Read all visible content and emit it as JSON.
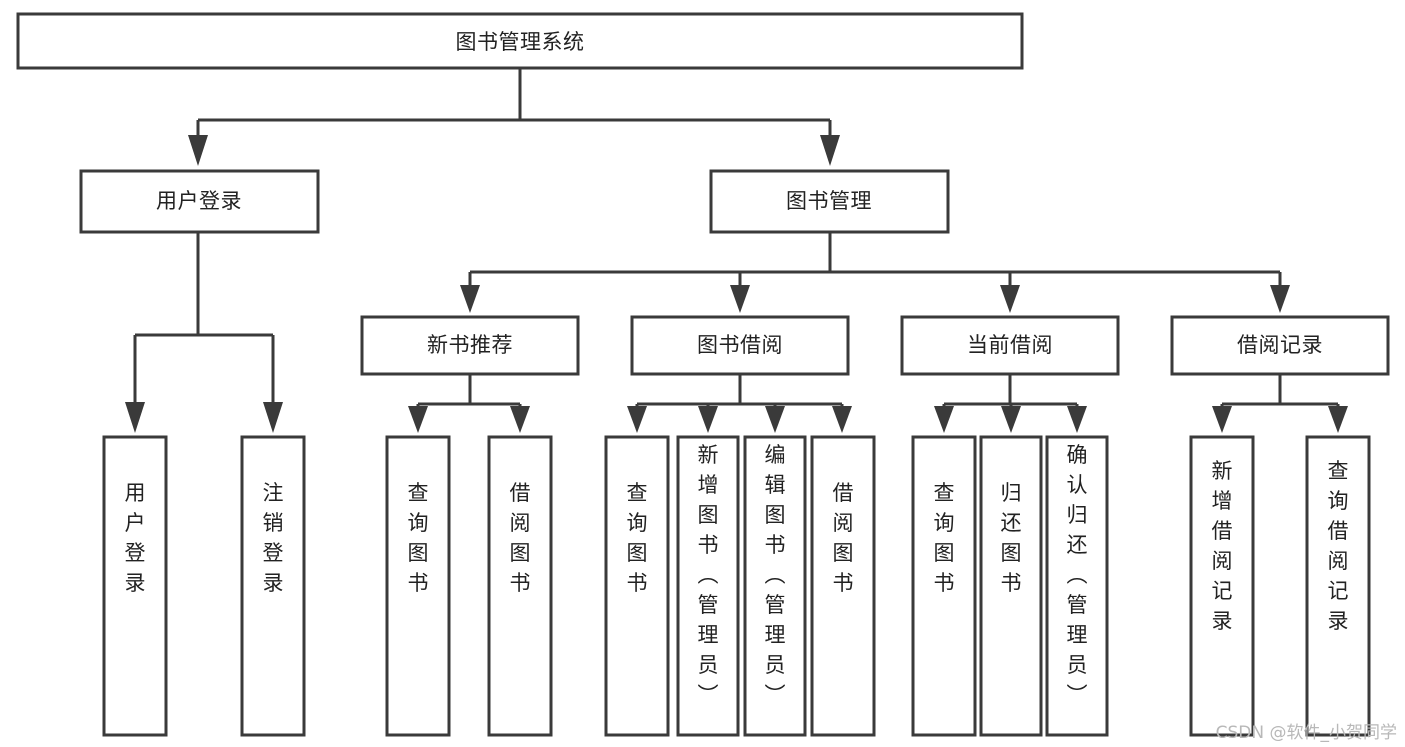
{
  "diagram": {
    "type": "tree",
    "title": "图书管理系统",
    "orientation": "top-down",
    "colors": {
      "box_stroke": "#3a3a3a",
      "box_fill": "#ffffff",
      "text": "#222222",
      "background": "#ffffff",
      "watermark": "#b8b8b8"
    },
    "root": {
      "label": "图书管理系统"
    },
    "level2": [
      {
        "label": "用户登录"
      },
      {
        "label": "图书管理"
      }
    ],
    "level3": [
      {
        "label": "新书推荐"
      },
      {
        "label": "图书借阅"
      },
      {
        "label": "当前借阅"
      },
      {
        "label": "借阅记录"
      }
    ],
    "leaves": {
      "user_login": [
        {
          "label": "用户登录"
        },
        {
          "label": "注销登录"
        }
      ],
      "new_book_recommend": [
        {
          "label": "查询图书"
        },
        {
          "label": "借阅图书"
        }
      ],
      "book_borrow": [
        {
          "label": "查询图书"
        },
        {
          "label": "新增图书（管理员）"
        },
        {
          "label": "编辑图书（管理员）"
        },
        {
          "label": "借阅图书"
        }
      ],
      "current_borrow": [
        {
          "label": "查询图书"
        },
        {
          "label": "归还图书"
        },
        {
          "label": "确认归还（管理员）"
        }
      ],
      "borrow_record": [
        {
          "label": "新增借阅记录"
        },
        {
          "label": "查询借阅记录"
        }
      ]
    }
  },
  "watermark": {
    "text": "CSDN @软件_小贺同学"
  }
}
